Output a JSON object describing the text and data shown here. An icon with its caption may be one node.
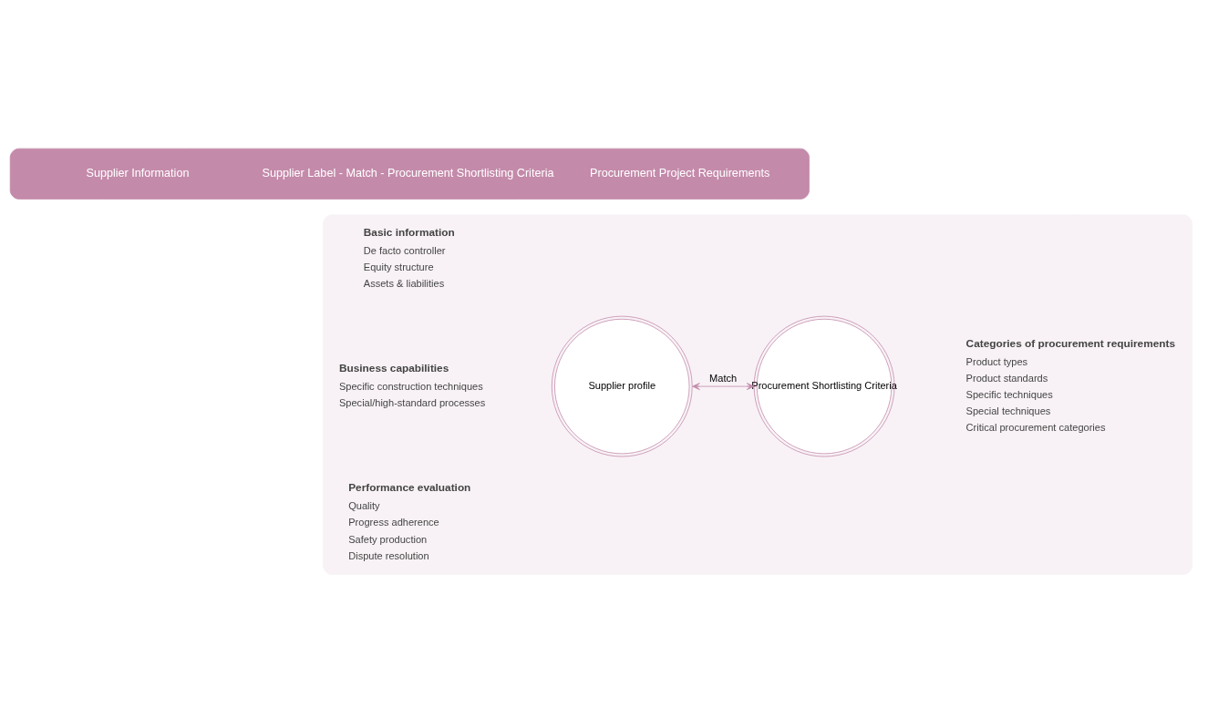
{
  "diagram": {
    "nodes": [
      {
        "text": [
          "Supplier Information",
          "Supplier Label - Match - Procurement Shortlisting Criteria",
          "Procurement Project Requirements"
        ]
      },
      {
        "text": [],
        "shape": "box"
      },
      {
        "text": [
          "Basic information",
          "De facto controller",
          "Equity structure",
          "Assets & liabilities"
        ],
        "in": 1
      },
      {
        "text": [
          "Business capabilities",
          "Specific construction techniques",
          "Special/high-standard processes"
        ],
        "in": 1
      },
      {
        "text": [
          "Performance evaluation",
          "Quality",
          "Progress adherence",
          "Safety production",
          "Dispute resolution"
        ],
        "in": 1
      },
      {
        "text": [
          "Supplier profile"
        ],
        "in": 1
      },
      {
        "text": [
          "Procurement Shortlisting Criteria"
        ],
        "in": 1
      },
      {
        "text": [
          "Categories of procurement requirements",
          "Product types",
          "Product standards",
          "Specific techniques",
          "Special techniques",
          "Critical procurement categories"
        ],
        "in": 1
      }
    ],
    "edges": [
      {
        "from": 5,
        "to": 6,
        "arrow": "both",
        "label": "Match"
      }
    ]
  }
}
